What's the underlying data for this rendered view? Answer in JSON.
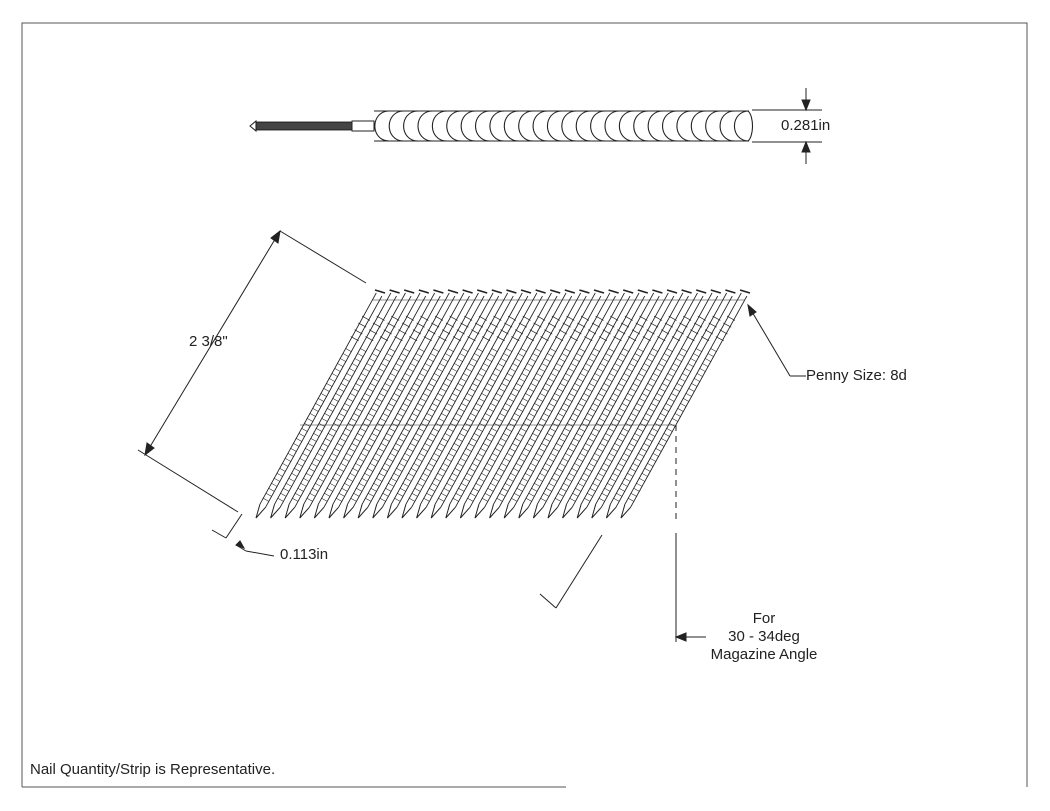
{
  "dimensions": {
    "top_width": "0.281in",
    "length": "2 3/8\"",
    "diameter": "0.113in",
    "penny_size": "Penny Size: 8d"
  },
  "magazine_note": {
    "line1": "For",
    "line2": "30 - 34deg",
    "line3": "Magazine Angle"
  },
  "footer_note": "Nail Quantity/Strip is Representative.",
  "drawing": {
    "top_view_heads": 26,
    "strip_nails": 26,
    "line_color": "#222222"
  }
}
